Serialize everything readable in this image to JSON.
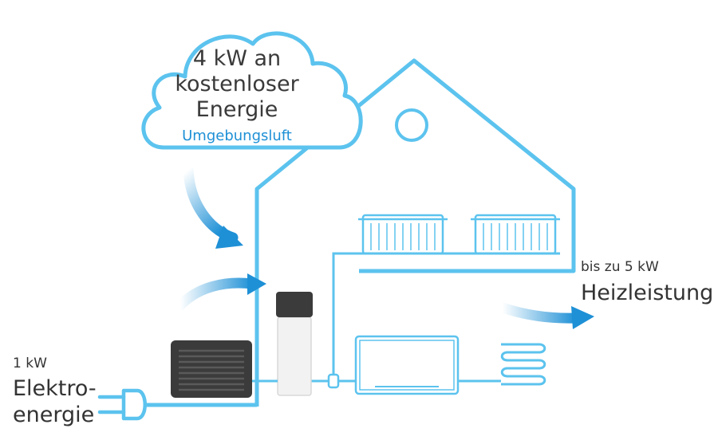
{
  "cloud": {
    "line1": "4 kW an",
    "line2": "kostenloser",
    "line3": "Energie",
    "sub": "Umgebungsluft"
  },
  "output": {
    "amount": "bis zu 5 kW",
    "label": "Heizleistung"
  },
  "input": {
    "amount": "1 kW",
    "label_line1": "Elektro-",
    "label_line2": "energie"
  },
  "colors": {
    "line": "#5cc3ee",
    "accent": "#1e90d6",
    "dark": "#3b3b3b",
    "text": "#333333"
  }
}
